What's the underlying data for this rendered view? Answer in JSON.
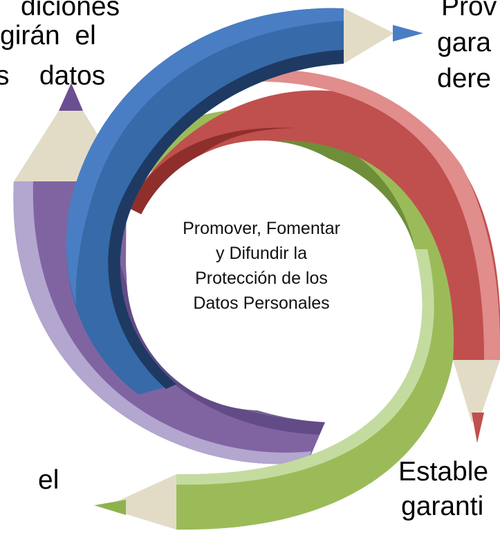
{
  "center_text": [
    "Promover, Fomentar",
    "y Difundir la",
    "Protección de los",
    "Datos Personales"
  ],
  "fragments": {
    "top_left": [
      "diciones",
      "girán  el",
      "s    datos"
    ],
    "top_right": [
      "Prov",
      "gara",
      "dere"
    ],
    "bottom_right": [
      "Estable",
      "garanti"
    ],
    "bottom_left": [
      "el"
    ]
  },
  "pencils": [
    {
      "name": "blue",
      "light": "#4a7ec4",
      "mid": "#366aa8",
      "dark": "#1e3a63",
      "tip": "#4a7ec4"
    },
    {
      "name": "red",
      "light": "#e08d8c",
      "mid": "#c0504d",
      "dark": "#8e2f2c",
      "tip": "#c0504d"
    },
    {
      "name": "green",
      "light": "#c4dba0",
      "mid": "#9bbb59",
      "dark": "#6e8e3a",
      "tip": "#8fb24f"
    },
    {
      "name": "purple",
      "light": "#b3a6cf",
      "mid": "#8064a2",
      "dark": "#4f3a6e",
      "tip": "#7a5ca0"
    }
  ],
  "wood_color": "#e2dcc7"
}
